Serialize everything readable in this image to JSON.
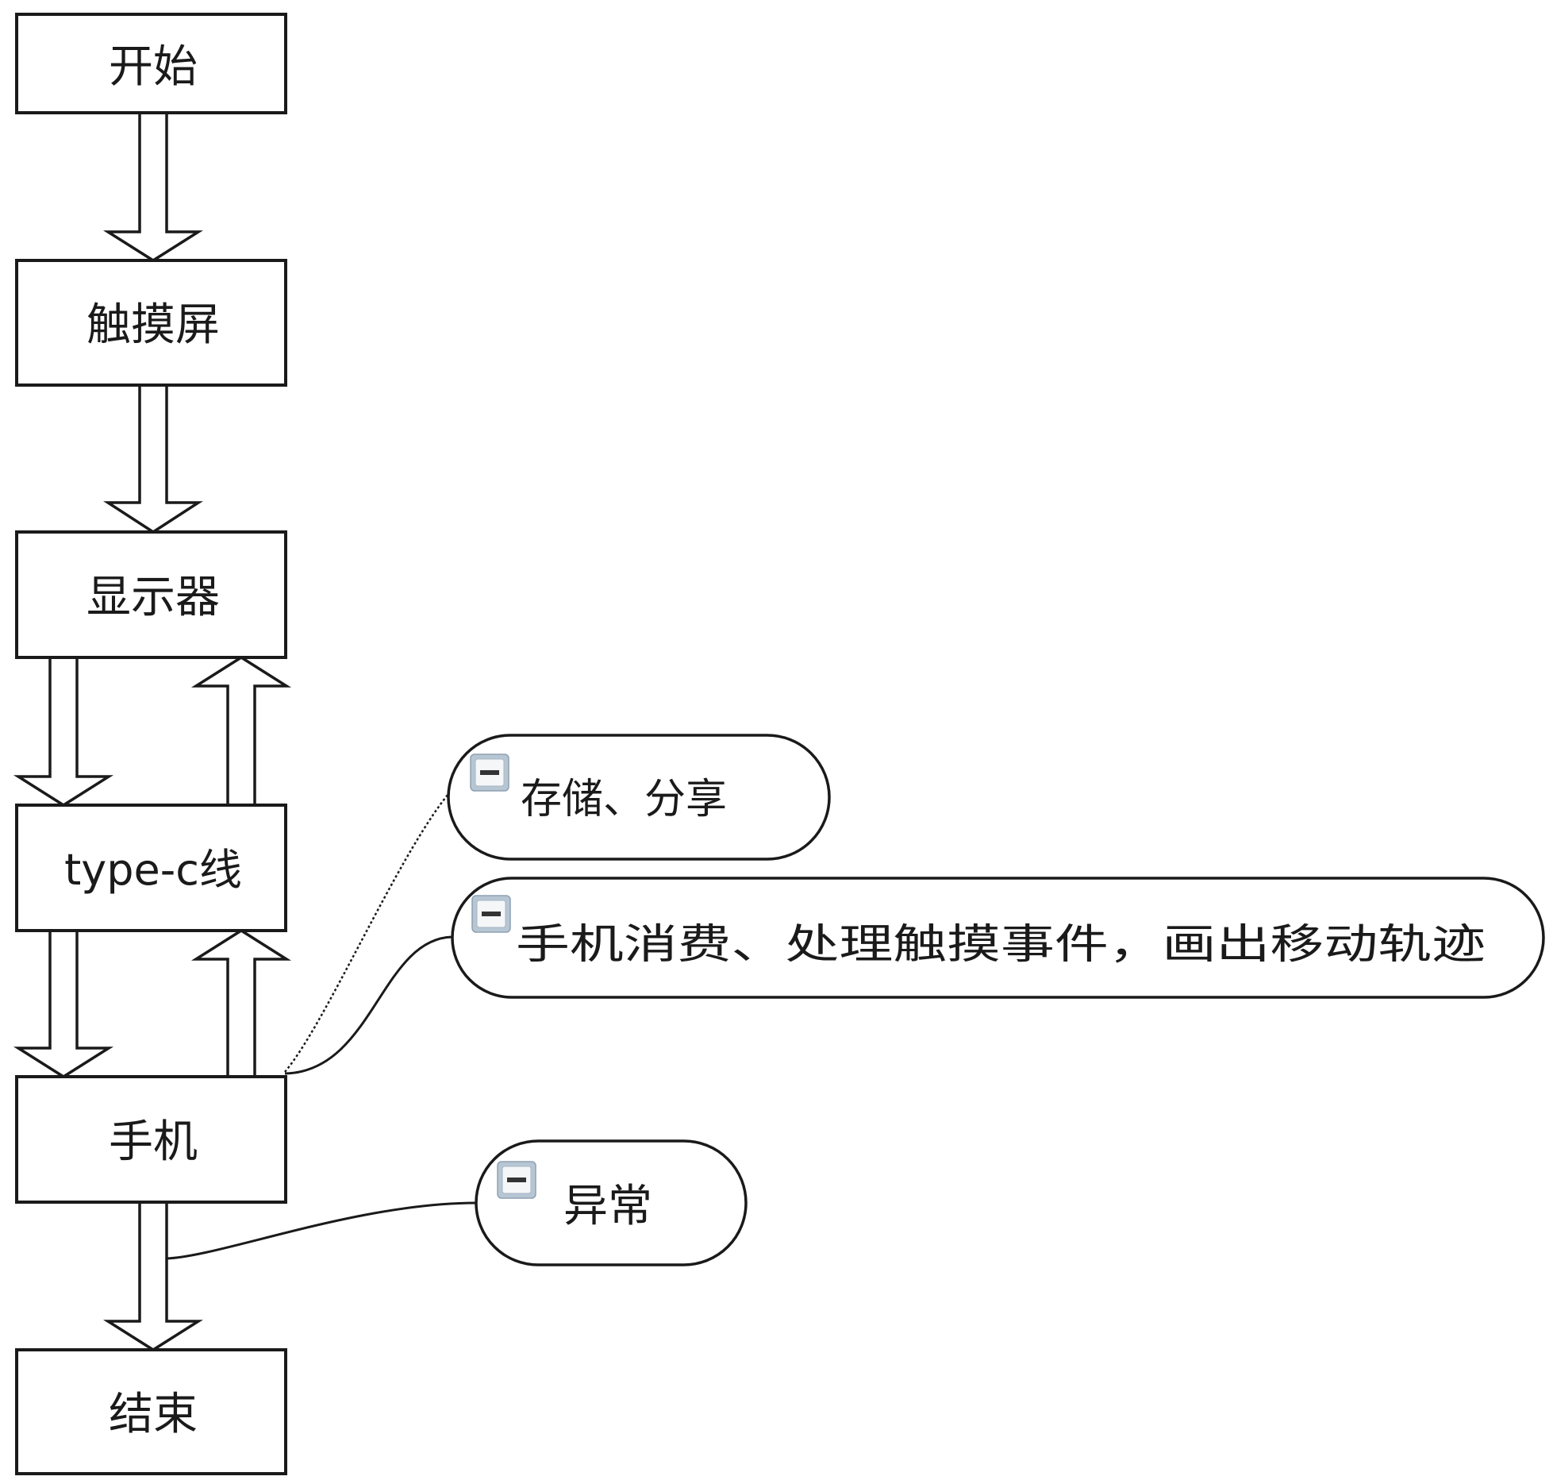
{
  "flow": {
    "nodes": [
      {
        "id": "start",
        "label": "开始"
      },
      {
        "id": "touchscreen",
        "label": "触摸屏"
      },
      {
        "id": "display",
        "label": "显示器"
      },
      {
        "id": "cable",
        "label": "type-c线"
      },
      {
        "id": "phone",
        "label": "手机"
      },
      {
        "id": "end",
        "label": "结束"
      }
    ],
    "arrows": [
      {
        "from": "start",
        "to": "touchscreen",
        "direction": "down"
      },
      {
        "from": "touchscreen",
        "to": "display",
        "direction": "down"
      },
      {
        "from": "display",
        "to": "cable",
        "direction": "down"
      },
      {
        "from": "cable",
        "to": "display",
        "direction": "up"
      },
      {
        "from": "cable",
        "to": "phone",
        "direction": "down"
      },
      {
        "from": "phone",
        "to": "cable",
        "direction": "up"
      },
      {
        "from": "phone",
        "to": "end",
        "direction": "down"
      }
    ]
  },
  "notes": [
    {
      "id": "store-share",
      "label": "存储、分享",
      "attached_to": "phone",
      "connector": "dotted",
      "icon": "collapse-minus-icon"
    },
    {
      "id": "consume",
      "label": "手机消费、处理触摸事件，画出移动轨迹",
      "attached_to": "phone",
      "connector": "solid",
      "icon": "collapse-minus-icon"
    },
    {
      "id": "exception",
      "label": "异常",
      "attached_to": "phone-to-end-arrow",
      "connector": "solid",
      "icon": "collapse-minus-icon"
    }
  ],
  "colors": {
    "stroke": "#1a1a1a",
    "background": "#ffffff",
    "collapse_icon": "#b7c6d3"
  }
}
